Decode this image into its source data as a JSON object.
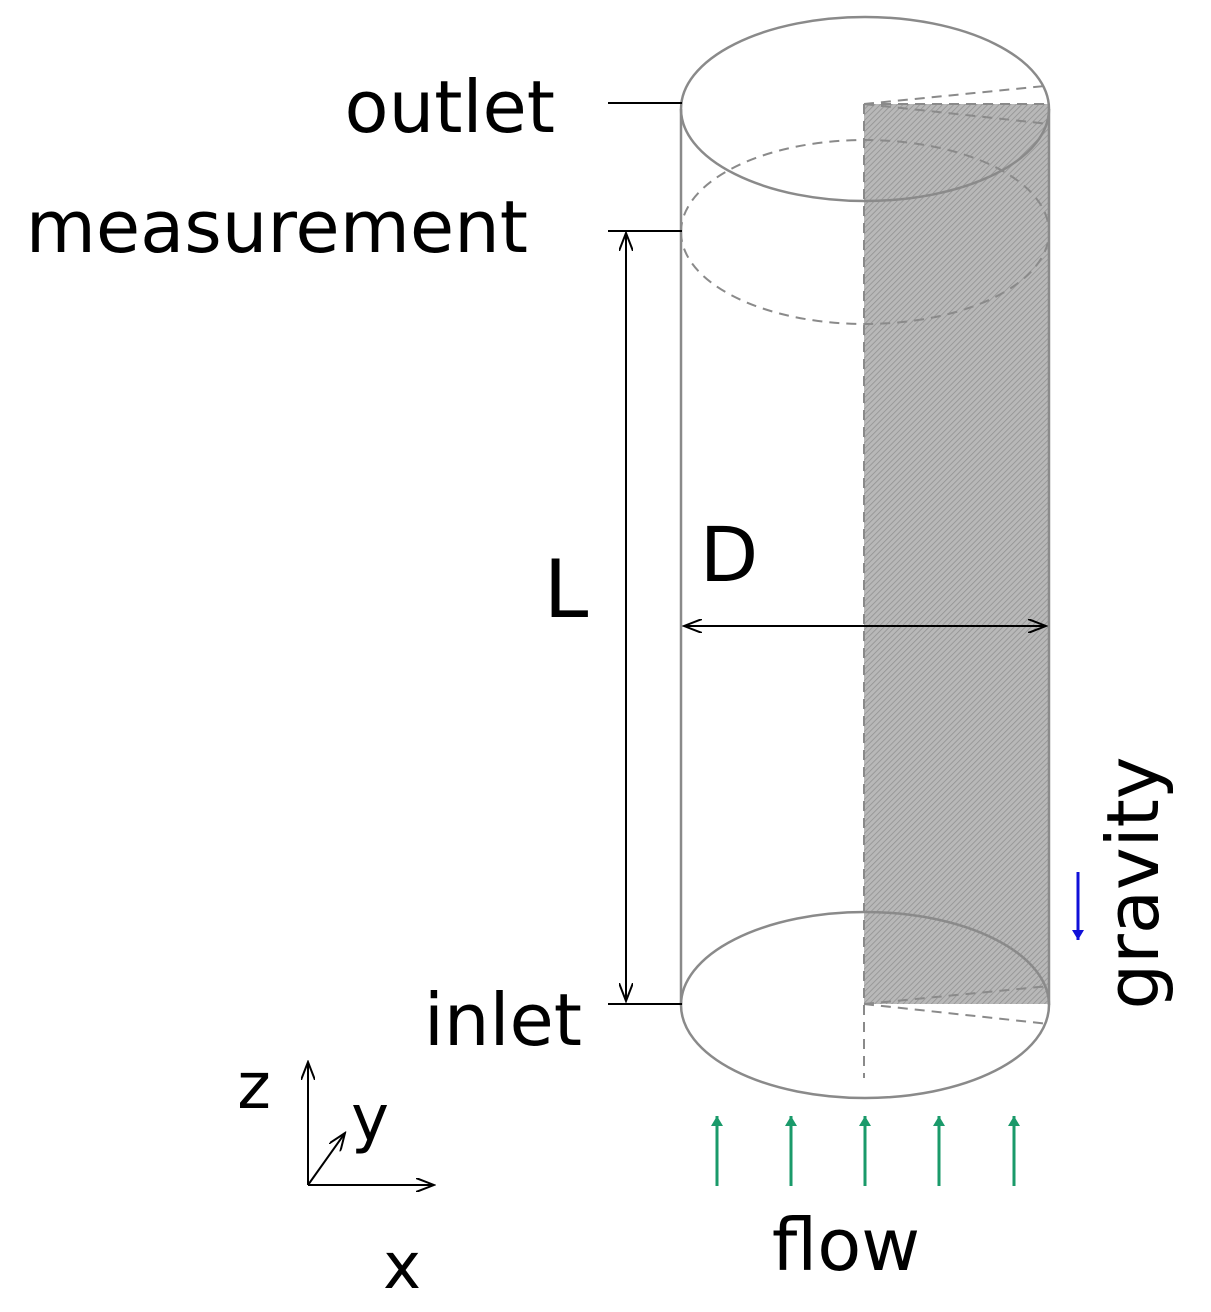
{
  "labels": {
    "outlet": "outlet",
    "measurement": "measurement",
    "inlet": "inlet",
    "length": "L",
    "diameter": "D",
    "gravity": "gravity",
    "flow": "flow",
    "axis_x": "x",
    "axis_y": "y",
    "axis_z": "z"
  },
  "colors": {
    "outline": "#8a8a8a",
    "shaded_plane": "#a9a9a9",
    "gravity_arrow": "#1010d8",
    "flow_arrows": "#1a9a6a",
    "dimension_lines": "#000000"
  }
}
